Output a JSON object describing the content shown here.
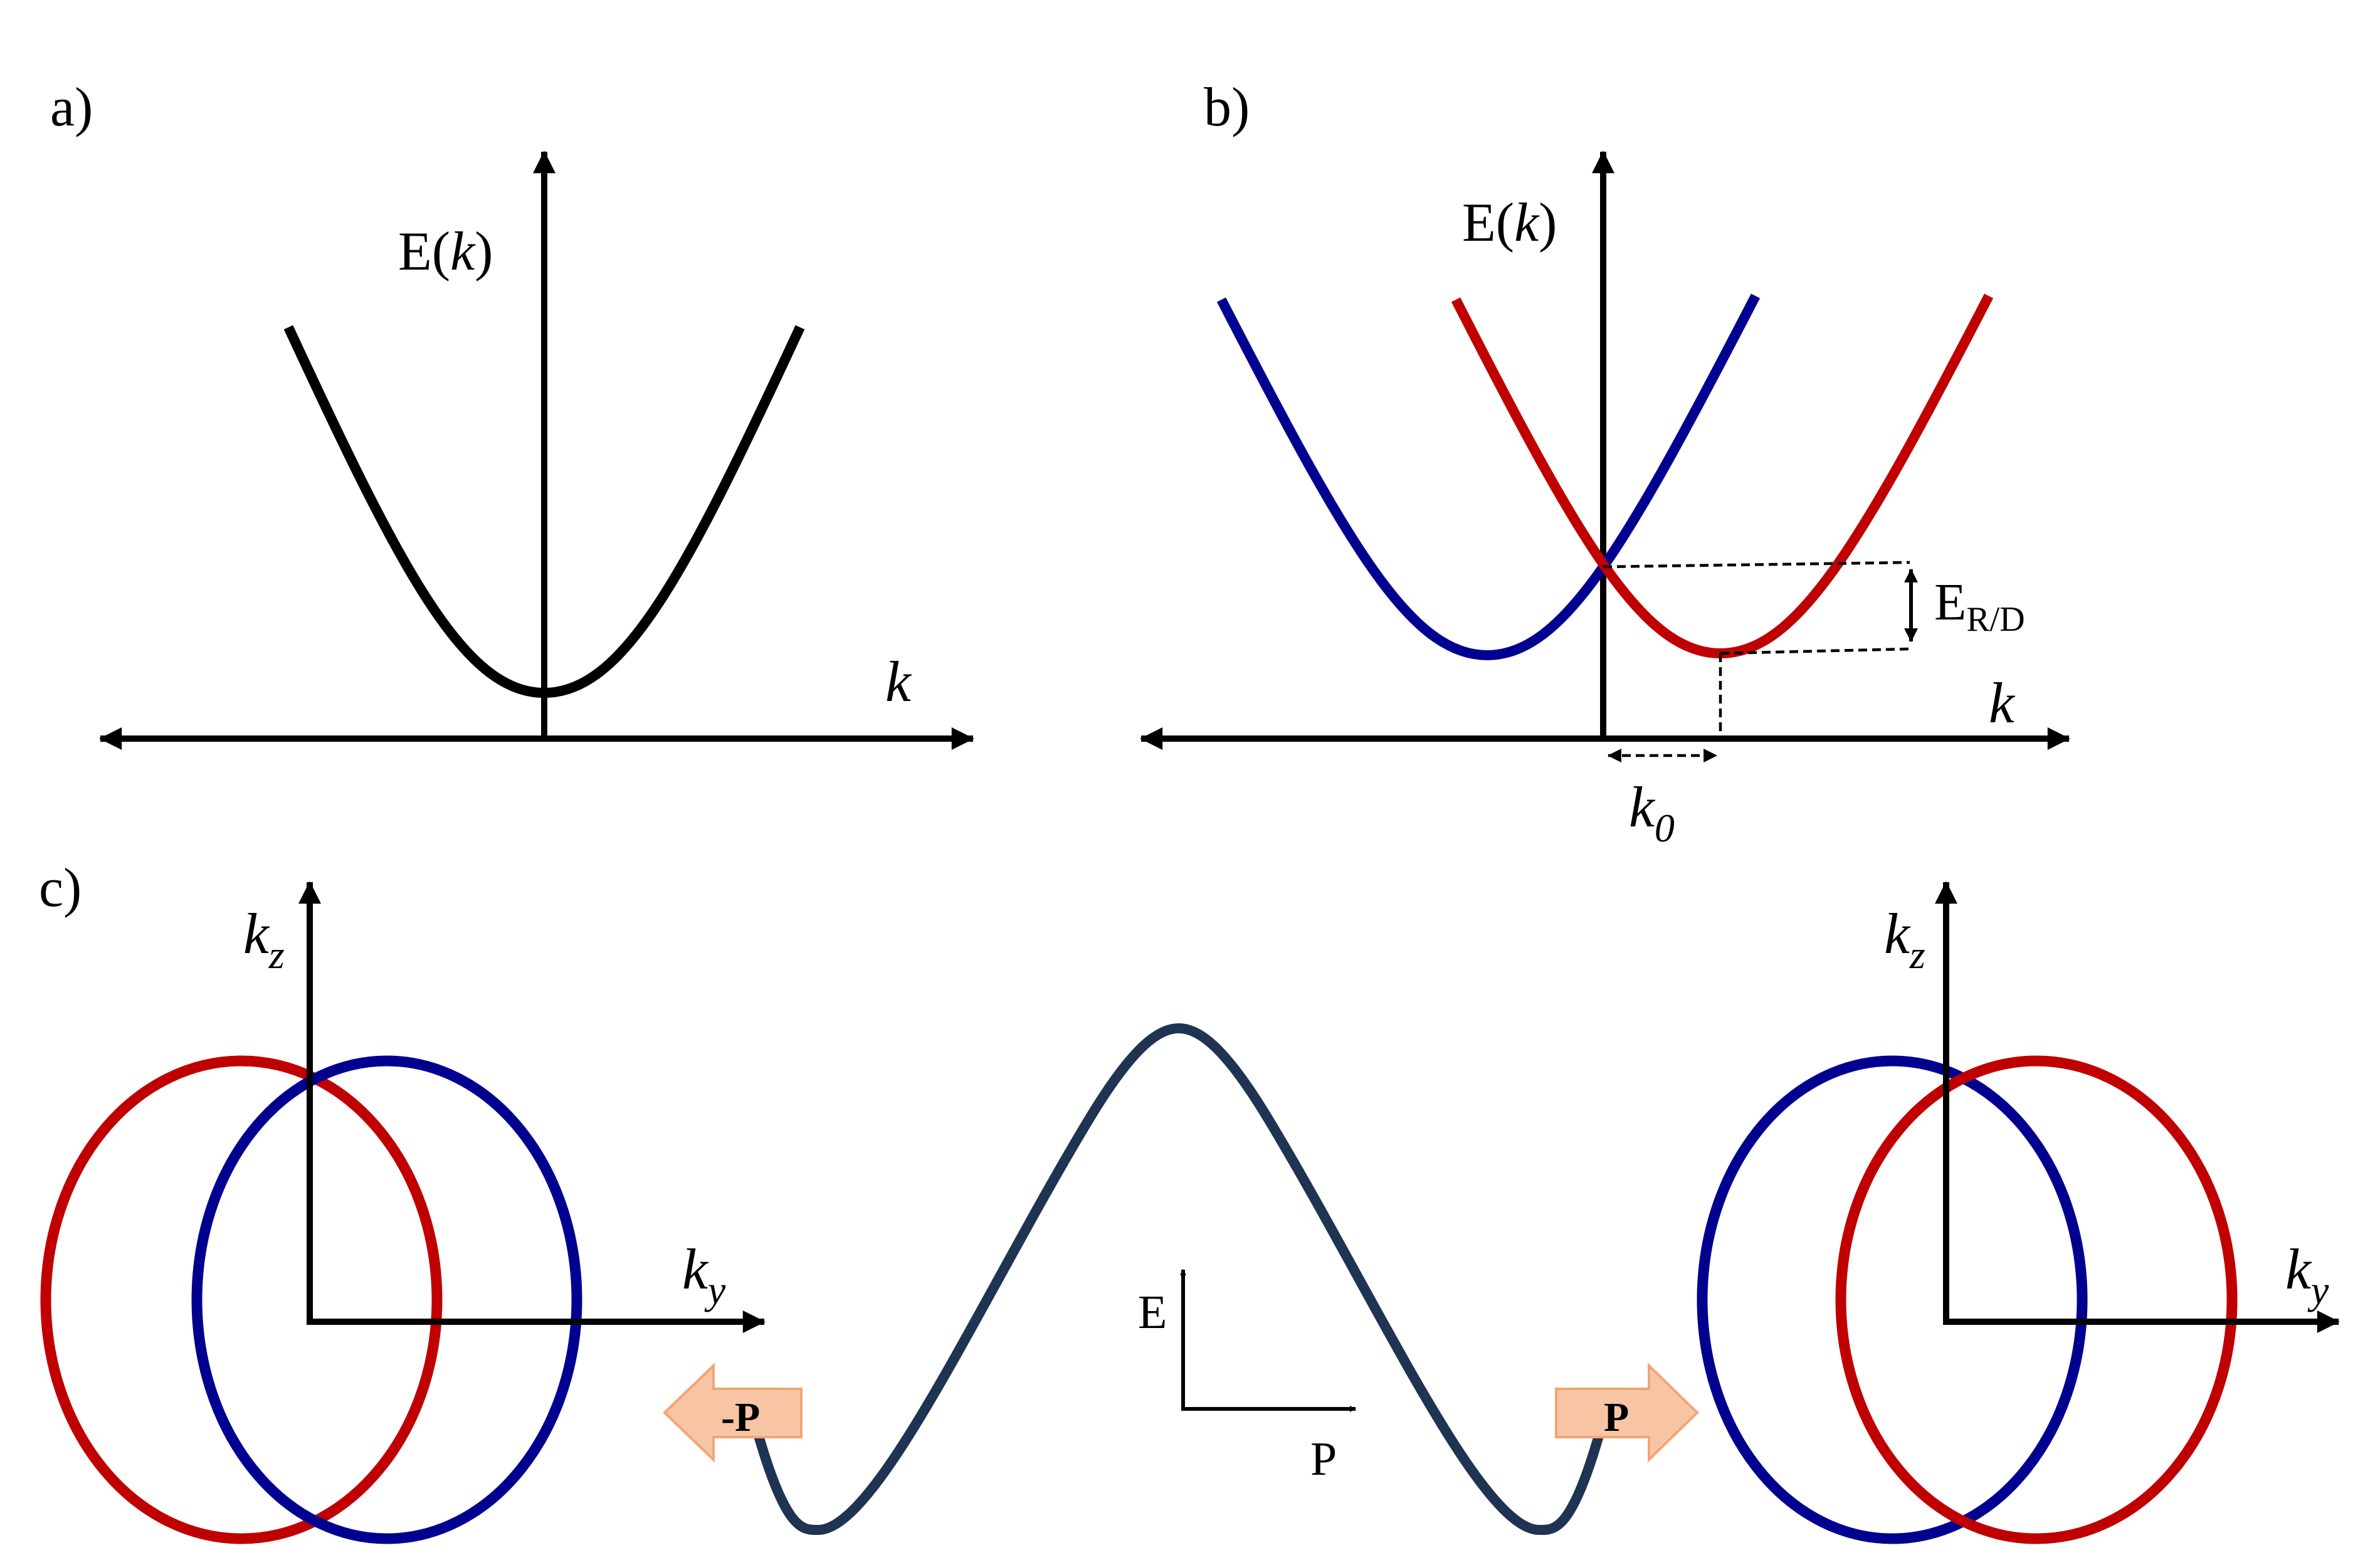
{
  "panels": {
    "a": {
      "tag": "a)",
      "energy_prefix": "E(",
      "energy_var": "k",
      "energy_suffix": ")",
      "k_label": "k"
    },
    "b": {
      "tag": "b)",
      "energy_prefix": "E(",
      "energy_var": "k",
      "energy_suffix": ")",
      "k_label": "k",
      "splitting_main": "E",
      "splitting_sub": "R/D",
      "offset_main": "k",
      "offset_sub": "0"
    },
    "c": {
      "tag": "c)",
      "left_kz_main": "k",
      "left_kz_sub": "z",
      "left_ky_main": "k",
      "left_ky_sub": "y",
      "right_kz_main": "k",
      "right_kz_sub": "z",
      "right_ky_main": "k",
      "right_ky_sub": "y",
      "inset_y": "E",
      "inset_x": "P",
      "arrow_left": "-P",
      "arrow_right": "P"
    }
  },
  "colors": {
    "black": "#000000",
    "red": "#c00000",
    "blue": "#000090",
    "well": "#1f3353",
    "arrow_fill": "#f7c5a4",
    "arrow_stroke": "#f2a478"
  }
}
